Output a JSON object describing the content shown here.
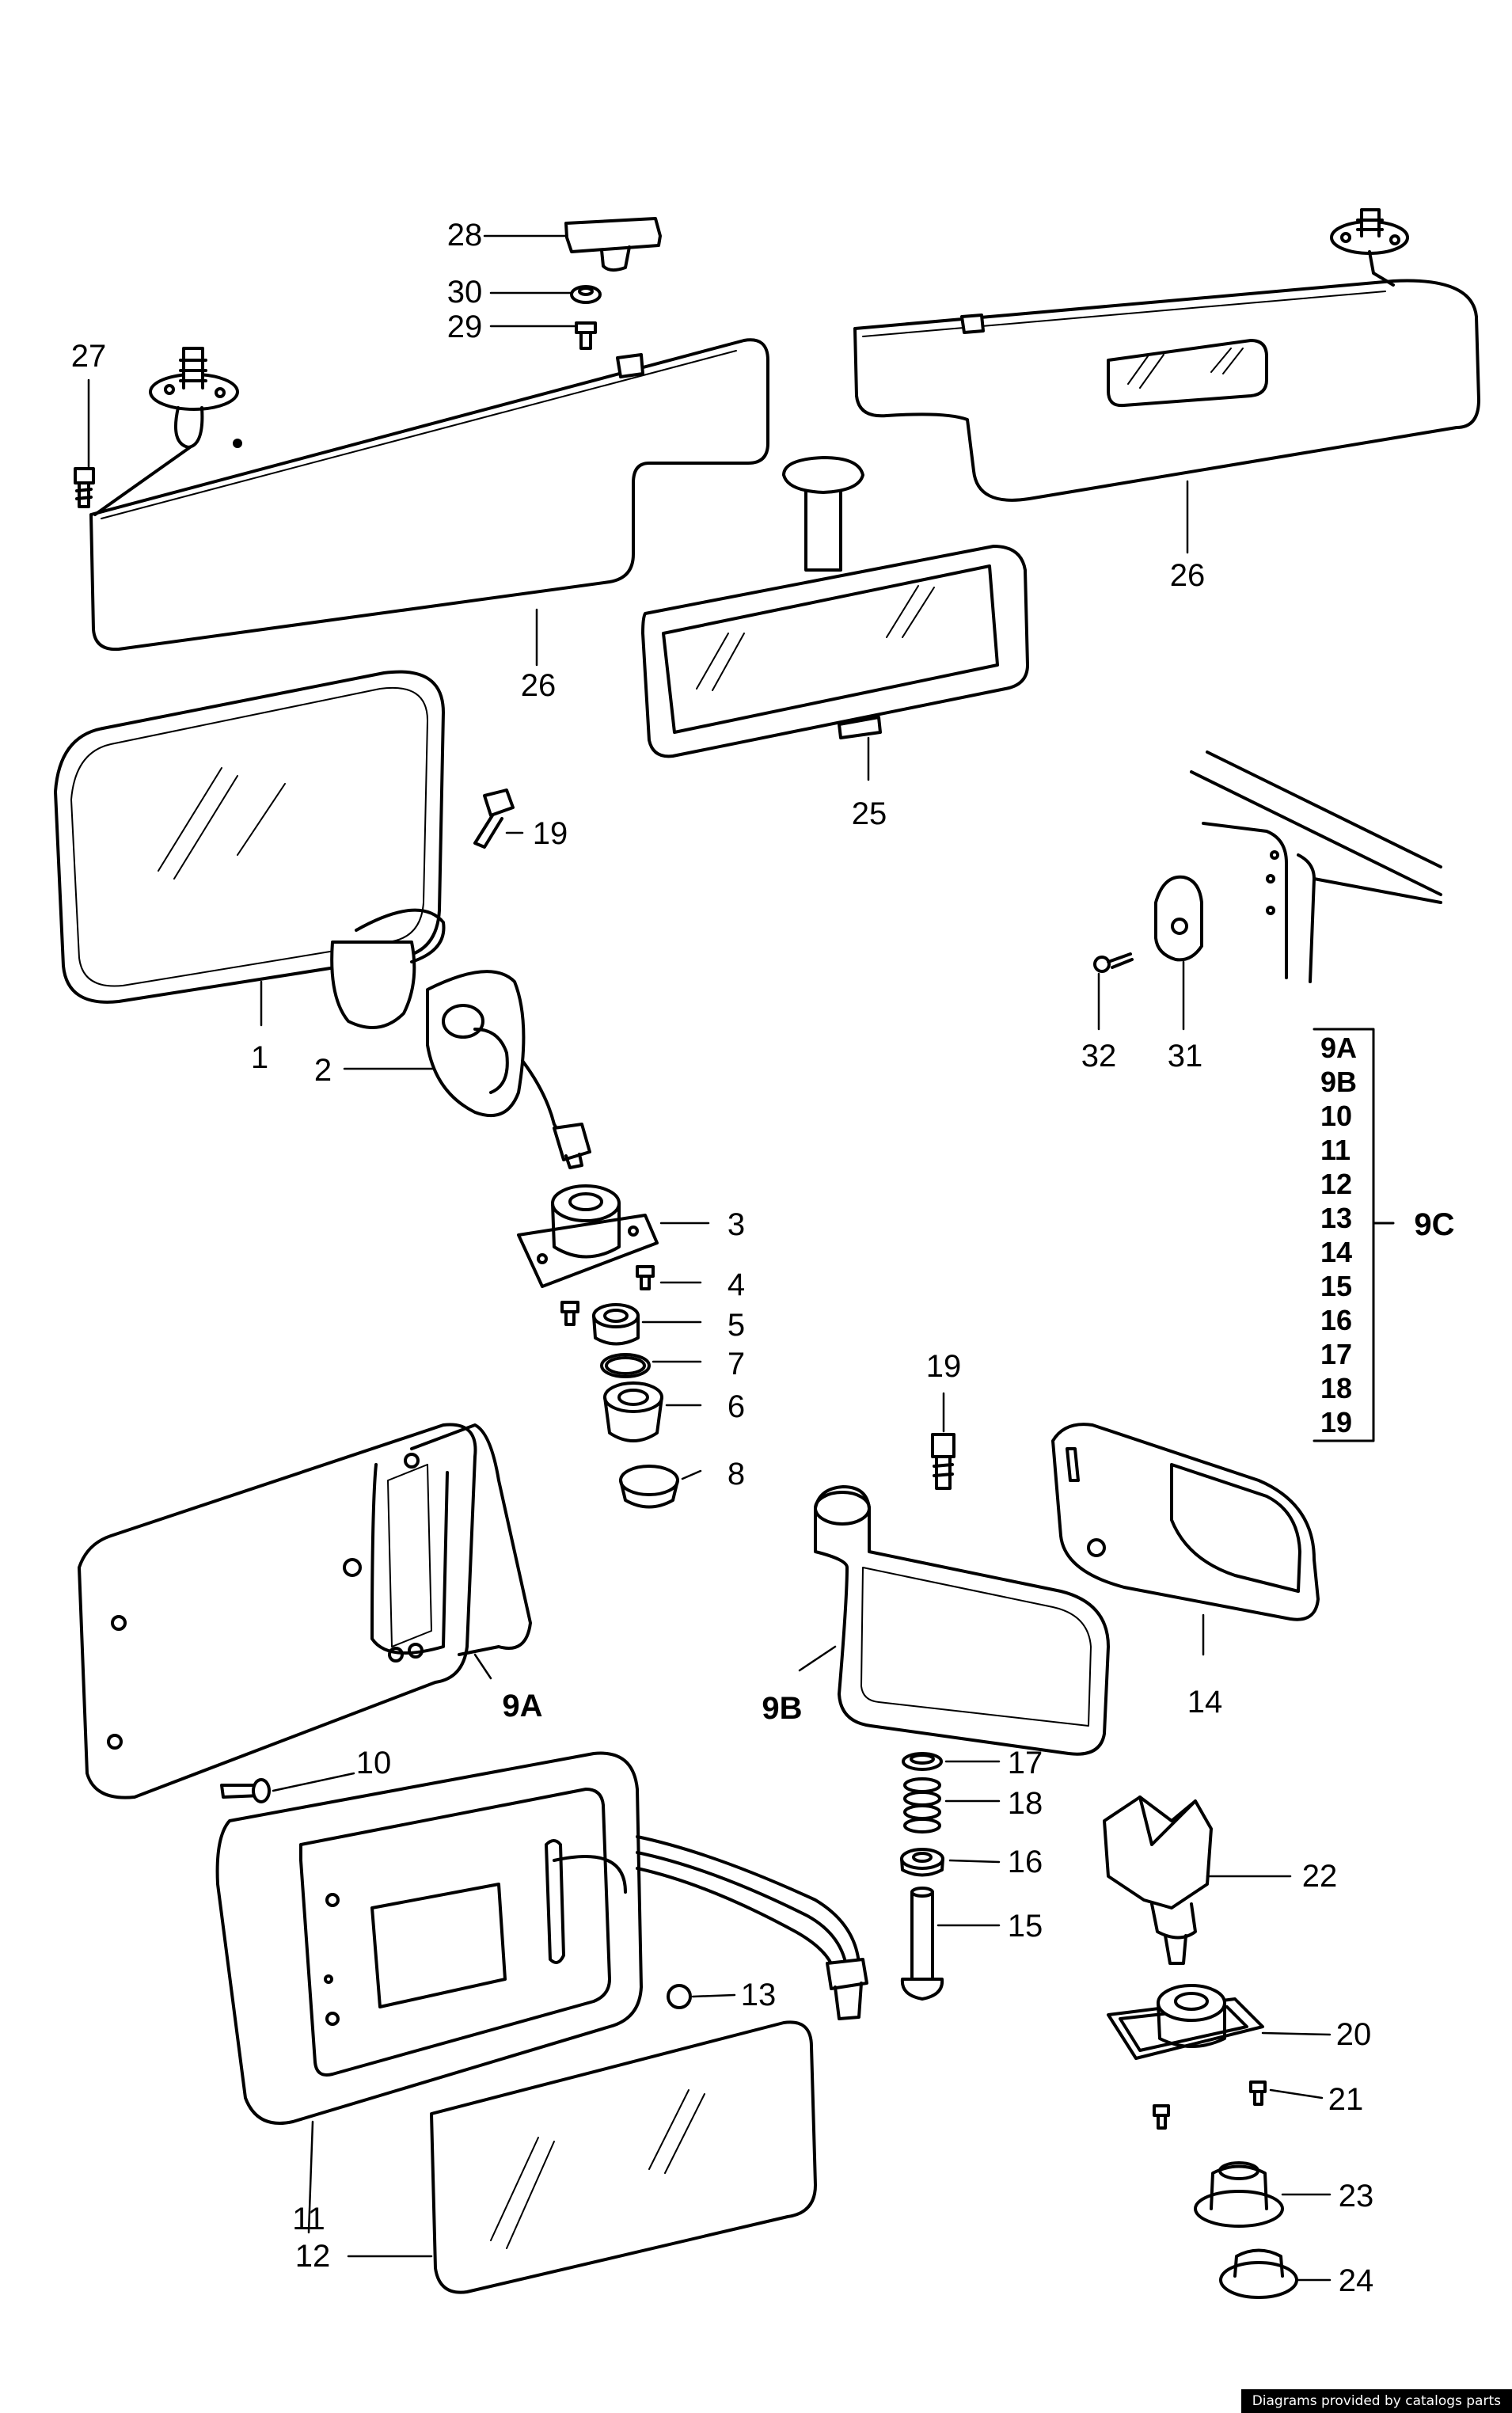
{
  "labels": {
    "l1": "1",
    "l2": "2",
    "l3": "3",
    "l4": "4",
    "l5": "5",
    "l6": "6",
    "l7": "7",
    "l8": "8",
    "l9a": "9A",
    "l9b": "9B",
    "l10": "10",
    "l11": "11",
    "l12": "12",
    "l13": "13",
    "l14": "14",
    "l15": "15",
    "l16": "16",
    "l17": "17",
    "l18": "18",
    "l19a": "19",
    "l19b": "19",
    "l20": "20",
    "l21": "21",
    "l22": "22",
    "l23": "23",
    "l24": "24",
    "l25": "25",
    "l26a": "26",
    "l26b": "26",
    "l27": "27",
    "l28": "28",
    "l29": "29",
    "l30": "30",
    "l31": "31",
    "l32": "32"
  },
  "group": {
    "items": [
      "9A",
      "9B",
      "10",
      "11",
      "12",
      "13",
      "14",
      "15",
      "16",
      "17",
      "18",
      "19"
    ],
    "label": "9C"
  },
  "credit": "Diagrams provided by catalogs parts"
}
